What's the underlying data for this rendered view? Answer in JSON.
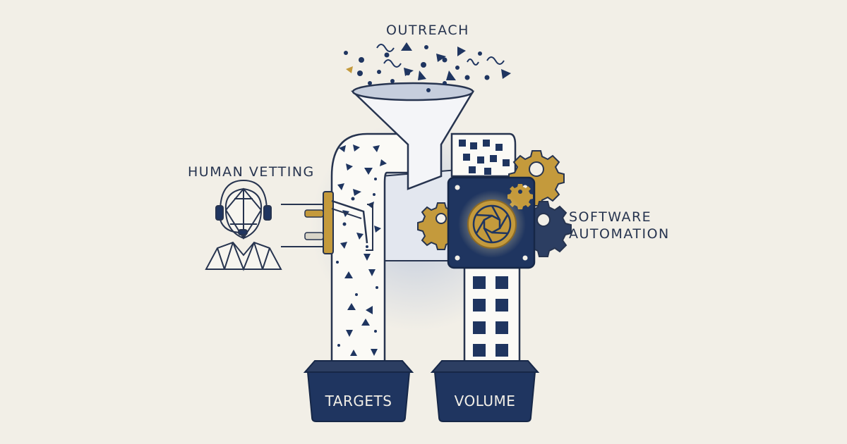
{
  "labels": {
    "outreach": "OUTREACH",
    "human_vetting": "HUMAN VETTING",
    "software_line1": "SOFTWARE",
    "software_line2": "AUTOMATION",
    "targets": "TARGETS",
    "volume": "VOLUME"
  },
  "icons": {
    "funnel": "funnel-icon",
    "headset_person": "headset-person-icon",
    "gears": "gear-icon",
    "aperture": "camera-aperture-icon",
    "valve": "valve-lever-icon",
    "bins": "bin-icon"
  },
  "colors": {
    "background": "#f2efe7",
    "navy": "#1f3560",
    "gold": "#c49a3c",
    "outline": "#27344f",
    "pipe_fill": "#fbfaf6",
    "glow": "#bcc7dc"
  }
}
